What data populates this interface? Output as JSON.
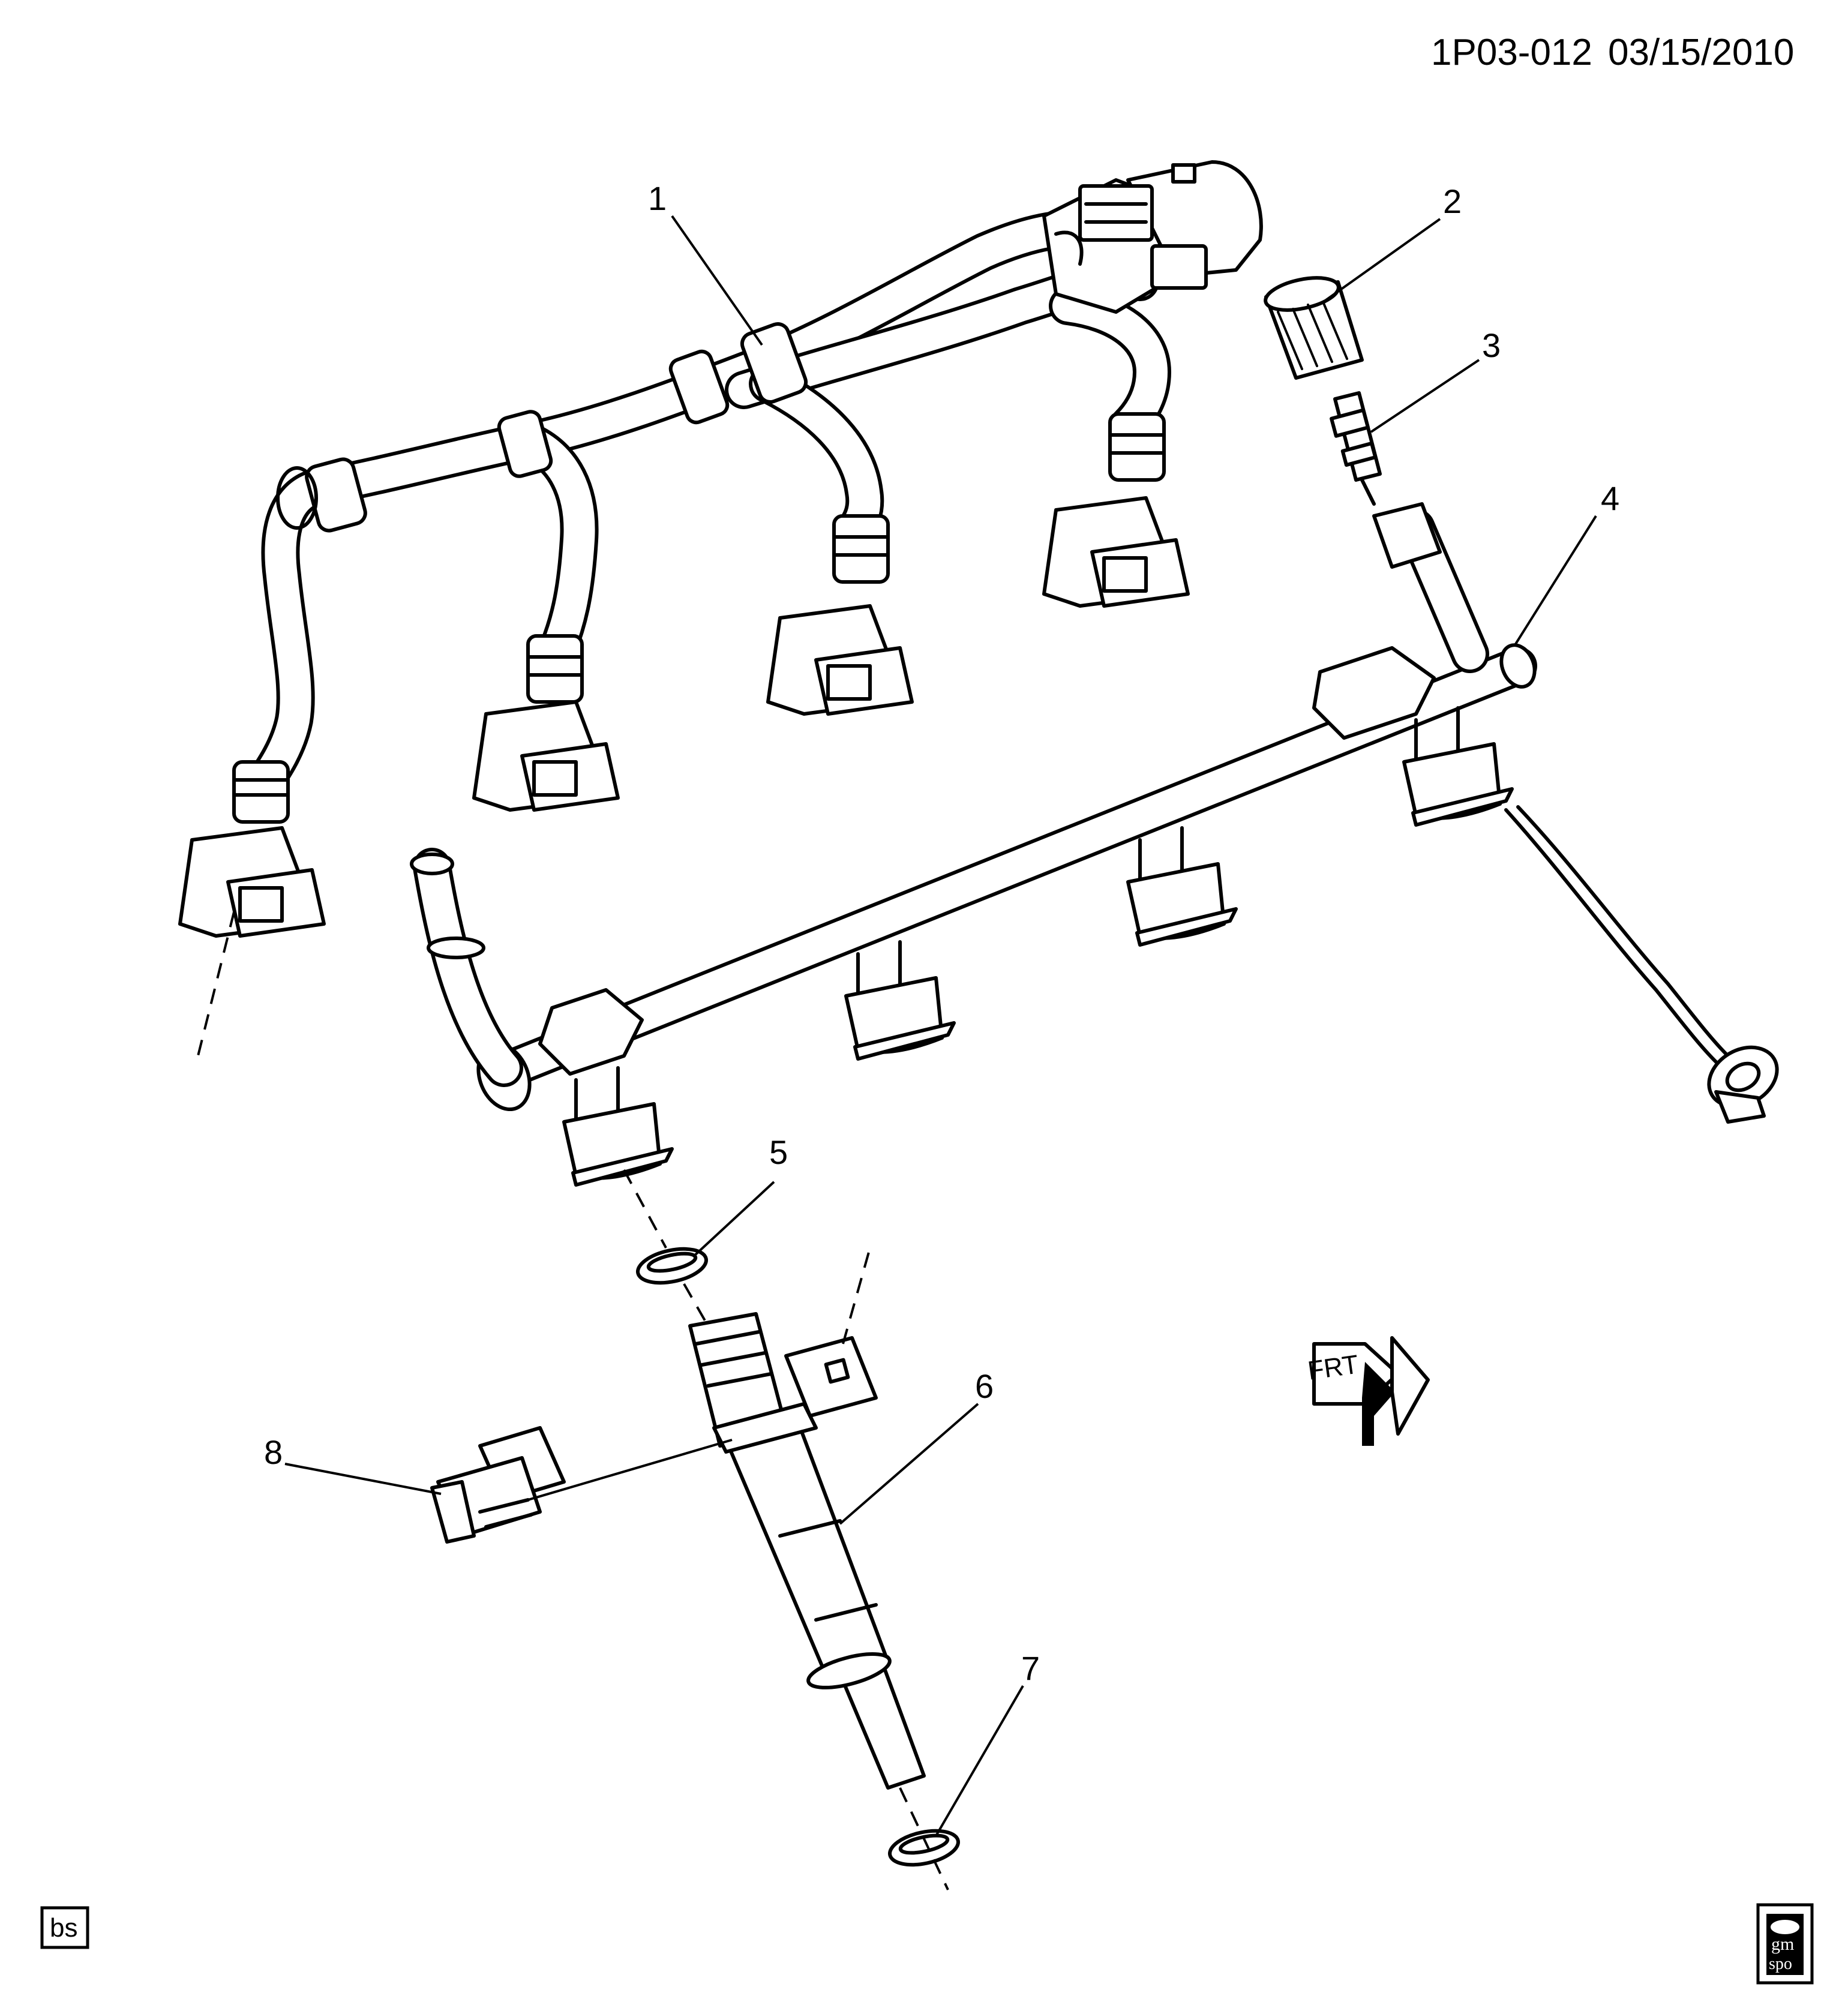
{
  "header": {
    "drawing_id": "1P03-012",
    "date": "03/15/2010"
  },
  "callouts": [
    {
      "number": "1"
    },
    {
      "number": "2"
    },
    {
      "number": "3"
    },
    {
      "number": "4"
    },
    {
      "number": "5"
    },
    {
      "number": "6"
    },
    {
      "number": "7"
    },
    {
      "number": "8"
    }
  ],
  "corner_badge": {
    "text": "bs"
  },
  "front_indicator": {
    "text": "FRT"
  },
  "logo": {
    "line1": "gm",
    "line2": "spo"
  },
  "icons": {
    "front_arrow": "front-direction-arrow-icon",
    "logo": "gm-spo-logo-icon"
  }
}
